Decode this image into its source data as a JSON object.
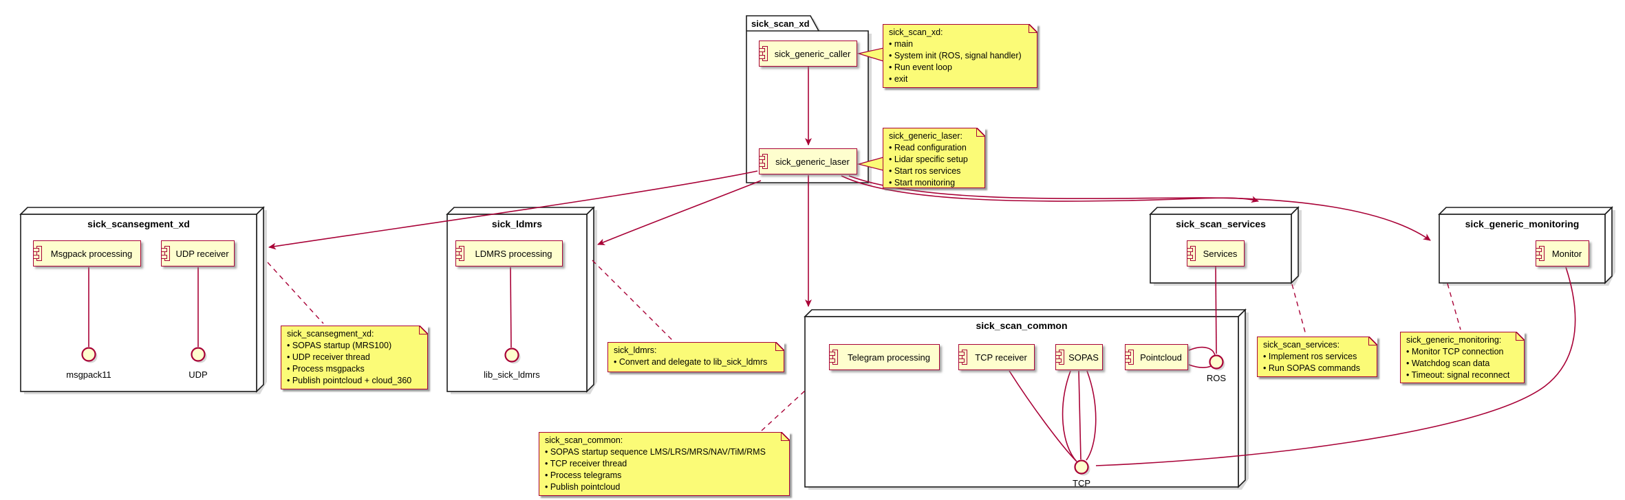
{
  "colors": {
    "line": "#A80036",
    "component_fill": "#FEFECE",
    "note_fill": "#FBFB77",
    "node_stroke": "#000000",
    "background": "#FFFFFF"
  },
  "folder_xd": {
    "title": "sick_scan_xd",
    "caller_label": "sick_generic_caller",
    "laser_label": "sick_generic_laser"
  },
  "node_scansegment": {
    "title": "sick_scansegment_xd",
    "comp_msgpack_label": "Msgpack processing",
    "comp_udp_label": "UDP receiver",
    "if_msgpack11_label": "msgpack11",
    "if_udp_label": "UDP"
  },
  "node_ldmrs": {
    "title": "sick_ldmrs",
    "comp_ldmrs_label": "LDMRS processing",
    "if_lib_label": "lib_sick_ldmrs"
  },
  "node_common": {
    "title": "sick_scan_common",
    "comp_telegram_label": "Telegram processing",
    "comp_tcp_receiver_label": "TCP receiver",
    "comp_sopas_label": "SOPAS",
    "comp_pointcloud_label": "Pointcloud",
    "if_ros_label": "ROS",
    "if_tcp_label": "TCP"
  },
  "node_services": {
    "title": "sick_scan_services",
    "comp_services_label": "Services"
  },
  "node_monitoring": {
    "title": "sick_generic_monitoring",
    "comp_monitor_label": "Monitor"
  },
  "notes": {
    "xd": {
      "lines": [
        "sick_scan_xd:",
        "• main",
        "• System init (ROS, signal handler)",
        "• Run event loop",
        "• exit"
      ]
    },
    "laser": {
      "lines": [
        "sick_generic_laser:",
        "• Read configuration",
        "• Lidar specific setup",
        "• Start ros services",
        "• Start monitoring"
      ]
    },
    "scansegment": {
      "lines": [
        "sick_scansegment_xd:",
        "• SOPAS startup (MRS100)",
        "• UDP receiver thread",
        "• Process msgpacks",
        "• Publish pointcloud + cloud_360"
      ]
    },
    "ldmrs": {
      "lines": [
        "sick_ldmrs:",
        "• Convert and delegate to lib_sick_ldmrs"
      ]
    },
    "common": {
      "lines": [
        "sick_scan_common:",
        "• SOPAS startup sequence LMS/LRS/MRS/NAV/TiM/RMS",
        "• TCP receiver thread",
        "• Process telegrams",
        "• Publish pointcloud"
      ]
    },
    "services": {
      "lines": [
        "sick_scan_services:",
        "• Implement ros services",
        "• Run SOPAS commands"
      ]
    },
    "monitoring": {
      "lines": [
        "sick_generic_monitoring:",
        "• Monitor TCP connection",
        "• Watchdog scan data",
        "• Timeout: signal reconnect"
      ]
    }
  }
}
